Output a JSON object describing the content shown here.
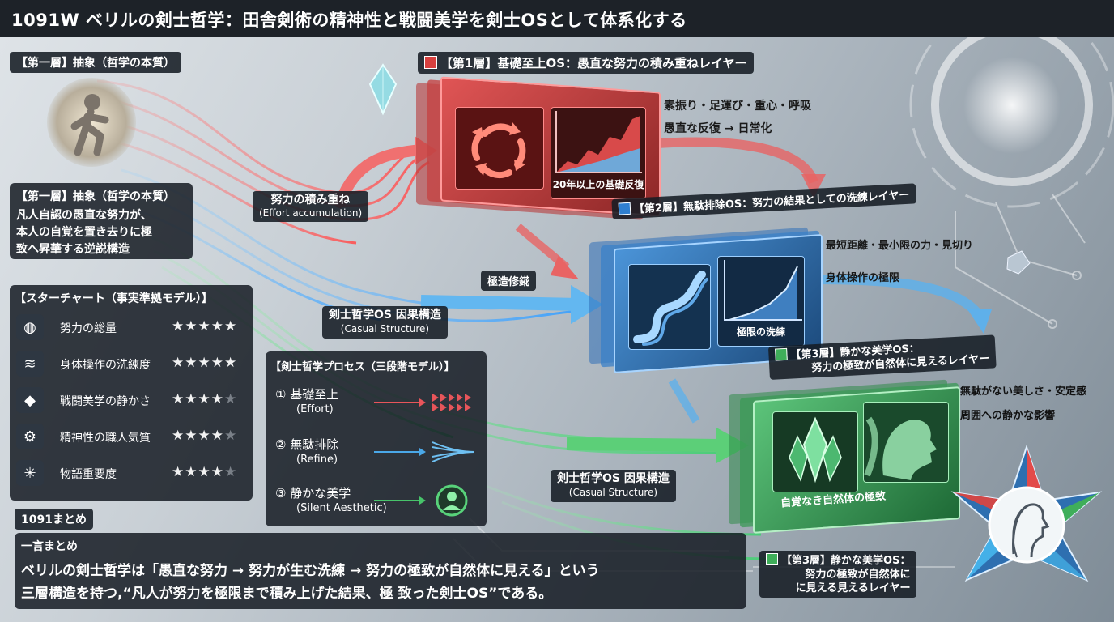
{
  "title": "1091W ベリルの剣士哲学：田舎剣術の精神性と戦闘美学を剣士OSとして体系化する",
  "abstraction": {
    "tag": "【第一層】抽象（哲学の本質）",
    "heading": "【第一層】抽象（哲学の本質）",
    "body_lines": [
      "凡人自認の愚直な努力が、",
      "本人の自覚を置き去りに極",
      "致へ昇華する逆説構造"
    ]
  },
  "star_chart": {
    "title": "【スターチャート（事実準拠モデル）】",
    "rows": [
      {
        "name": "努力の総量",
        "icon": "stones-icon",
        "glyph": "◍",
        "rating": 5
      },
      {
        "name": "身体操作の洗練度",
        "icon": "speed-lines-icon",
        "glyph": "≋",
        "rating": 5
      },
      {
        "name": "戦闘美学の静かさ",
        "icon": "crystal-icon",
        "glyph": "◆",
        "rating": 4
      },
      {
        "name": "精神性の職人気質",
        "icon": "gear-hands-icon",
        "glyph": "⚙",
        "rating": 4
      },
      {
        "name": "物語重要度",
        "icon": "network-icon",
        "glyph": "✳",
        "rating": 4
      }
    ],
    "max_rating": 5
  },
  "process": {
    "title": "【剣士哲学プロセス（三段階モデル）】",
    "steps": [
      {
        "label": "① 基礎至上",
        "en": "(Effort)",
        "color": "#e8555a"
      },
      {
        "label": "② 無駄排除",
        "en": "(Refine)",
        "color": "#4aa8e8"
      },
      {
        "label": "③ 静かな美学",
        "en": "(Silent Aesthetic)",
        "color": "#47c46a"
      }
    ]
  },
  "summary": {
    "tag": "1091まとめ",
    "sub": "一言まとめ",
    "lines": [
      "ベリルの剣士哲学は「愚直な努力 → 努力が生む洗練 → 努力の極致が自然体に見える」という",
      "三層構造を持つ,“凡人が努力を極限まで積み上げた結果、極 致った剣士OS”である。"
    ]
  },
  "flow": {
    "effort": "努力の積み重ね",
    "effort_en": "(Effort accumulation)",
    "refine": "極造修錵",
    "causal1": "剣士哲学OS 因果構造",
    "causal1_en": "(Casual Structure)",
    "causal2": "剣士哲学OS 因果構造",
    "causal2_en": "(Casual Structure)"
  },
  "layer1": {
    "title": "【第1層】基礎至上OS：愚直な努力の積み重ねレイヤー",
    "screen_caption": "20年以上の基礎反復",
    "notes": [
      "素振り・足運び・重心・呼吸",
      "愚直な反復 → 日常化"
    ],
    "color": "#d8403f"
  },
  "layer2": {
    "title": "【第2層】無駄排除OS：努力の結果としての洗練レイヤー",
    "screen_caption": "極限の洗練",
    "notes": [
      "最短距離・最小限の力・見切り",
      "身体操作の極限"
    ],
    "color": "#2f7fd0"
  },
  "layer3": {
    "title_line1": "【第3層】静かな美学OS：",
    "title_line2": "努力の極致が自然体に見えるレイヤー",
    "screen_caption": "自覚なき自然体の極致",
    "notes": [
      "無駄がない美しさ・安定感",
      "周囲への静かな影響"
    ],
    "bottom_line1": "【第3層】静かな美学OS：",
    "bottom_line2": "努力の極致が自然体に",
    "bottom_line3": "に見える見えるレイヤー",
    "color": "#3fae5a"
  }
}
